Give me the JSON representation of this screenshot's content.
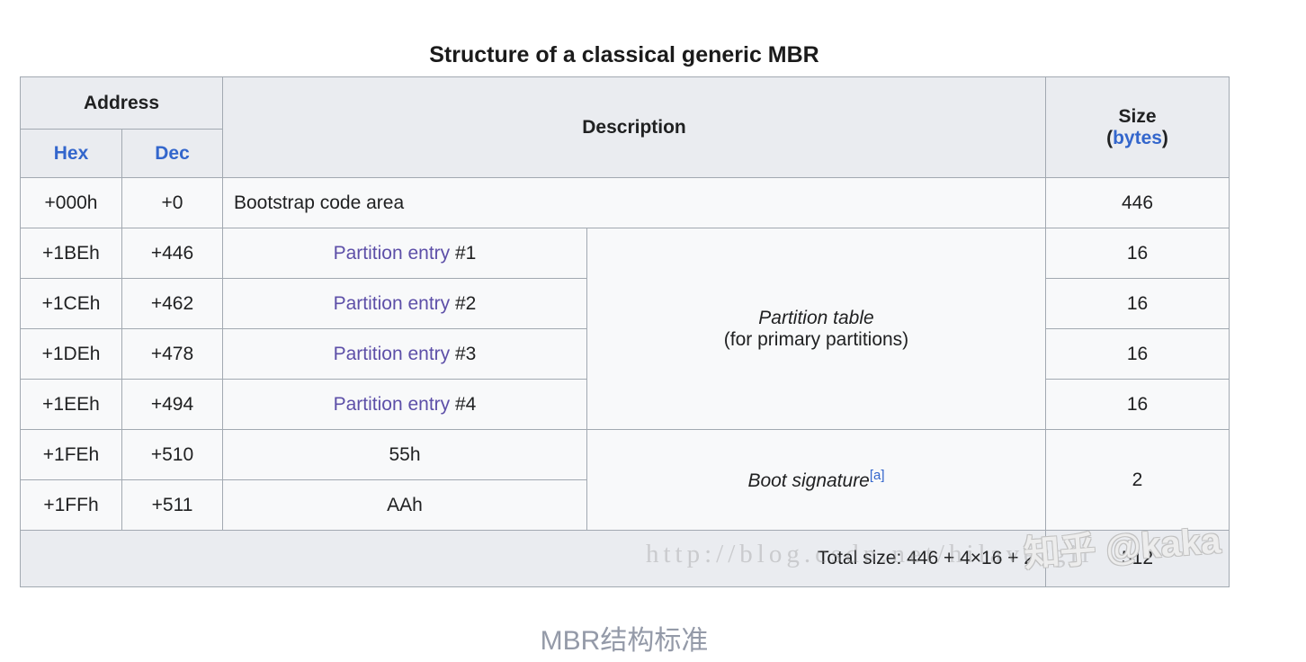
{
  "page": {
    "title": "Structure of a classical generic MBR",
    "caption": "MBR结构标准"
  },
  "table": {
    "headers": {
      "address": "Address",
      "hex": "Hex",
      "dec": "Dec",
      "description": "Description",
      "size_line1": "Size",
      "size_paren_open": "(",
      "size_link": "bytes",
      "size_paren_close": ")"
    },
    "rows": {
      "bootstrap": {
        "hex": "+000h",
        "dec": "+0",
        "desc": "Bootstrap code area",
        "size": "446"
      },
      "entries": [
        {
          "hex": "+1BEh",
          "dec": "+446",
          "link": "Partition entry",
          "num": " #1",
          "size": "16"
        },
        {
          "hex": "+1CEh",
          "dec": "+462",
          "link": "Partition entry",
          "num": " #2",
          "size": "16"
        },
        {
          "hex": "+1DEh",
          "dec": "+478",
          "link": "Partition entry",
          "num": " #3",
          "size": "16"
        },
        {
          "hex": "+1EEh",
          "dec": "+494",
          "link": "Partition entry",
          "num": " #4",
          "size": "16"
        }
      ],
      "partition_table": {
        "line1": "Partition table",
        "line2": "(for primary partitions)"
      },
      "signature": [
        {
          "hex": "+1FEh",
          "dec": "+510",
          "val": "55h"
        },
        {
          "hex": "+1FFh",
          "dec": "+511",
          "val": "AAh"
        }
      ],
      "boot_signature": {
        "text": "Boot signature",
        "ref": "[a]",
        "size": "2"
      },
      "total": {
        "label": "Total size: 446 + 4×16 + 2",
        "size": "512"
      }
    }
  },
  "watermarks": {
    "url": "http://blog.csdn.net/hilavergil",
    "zhihu": "知乎 @kaka"
  },
  "colors": {
    "header_bg": "#eaecf0",
    "cell_bg": "#f8f9fa",
    "border": "#a2a9b1",
    "link_blue": "#3366cc",
    "link_visited": "#5d4fa8",
    "caption_gray": "#949aa8"
  }
}
